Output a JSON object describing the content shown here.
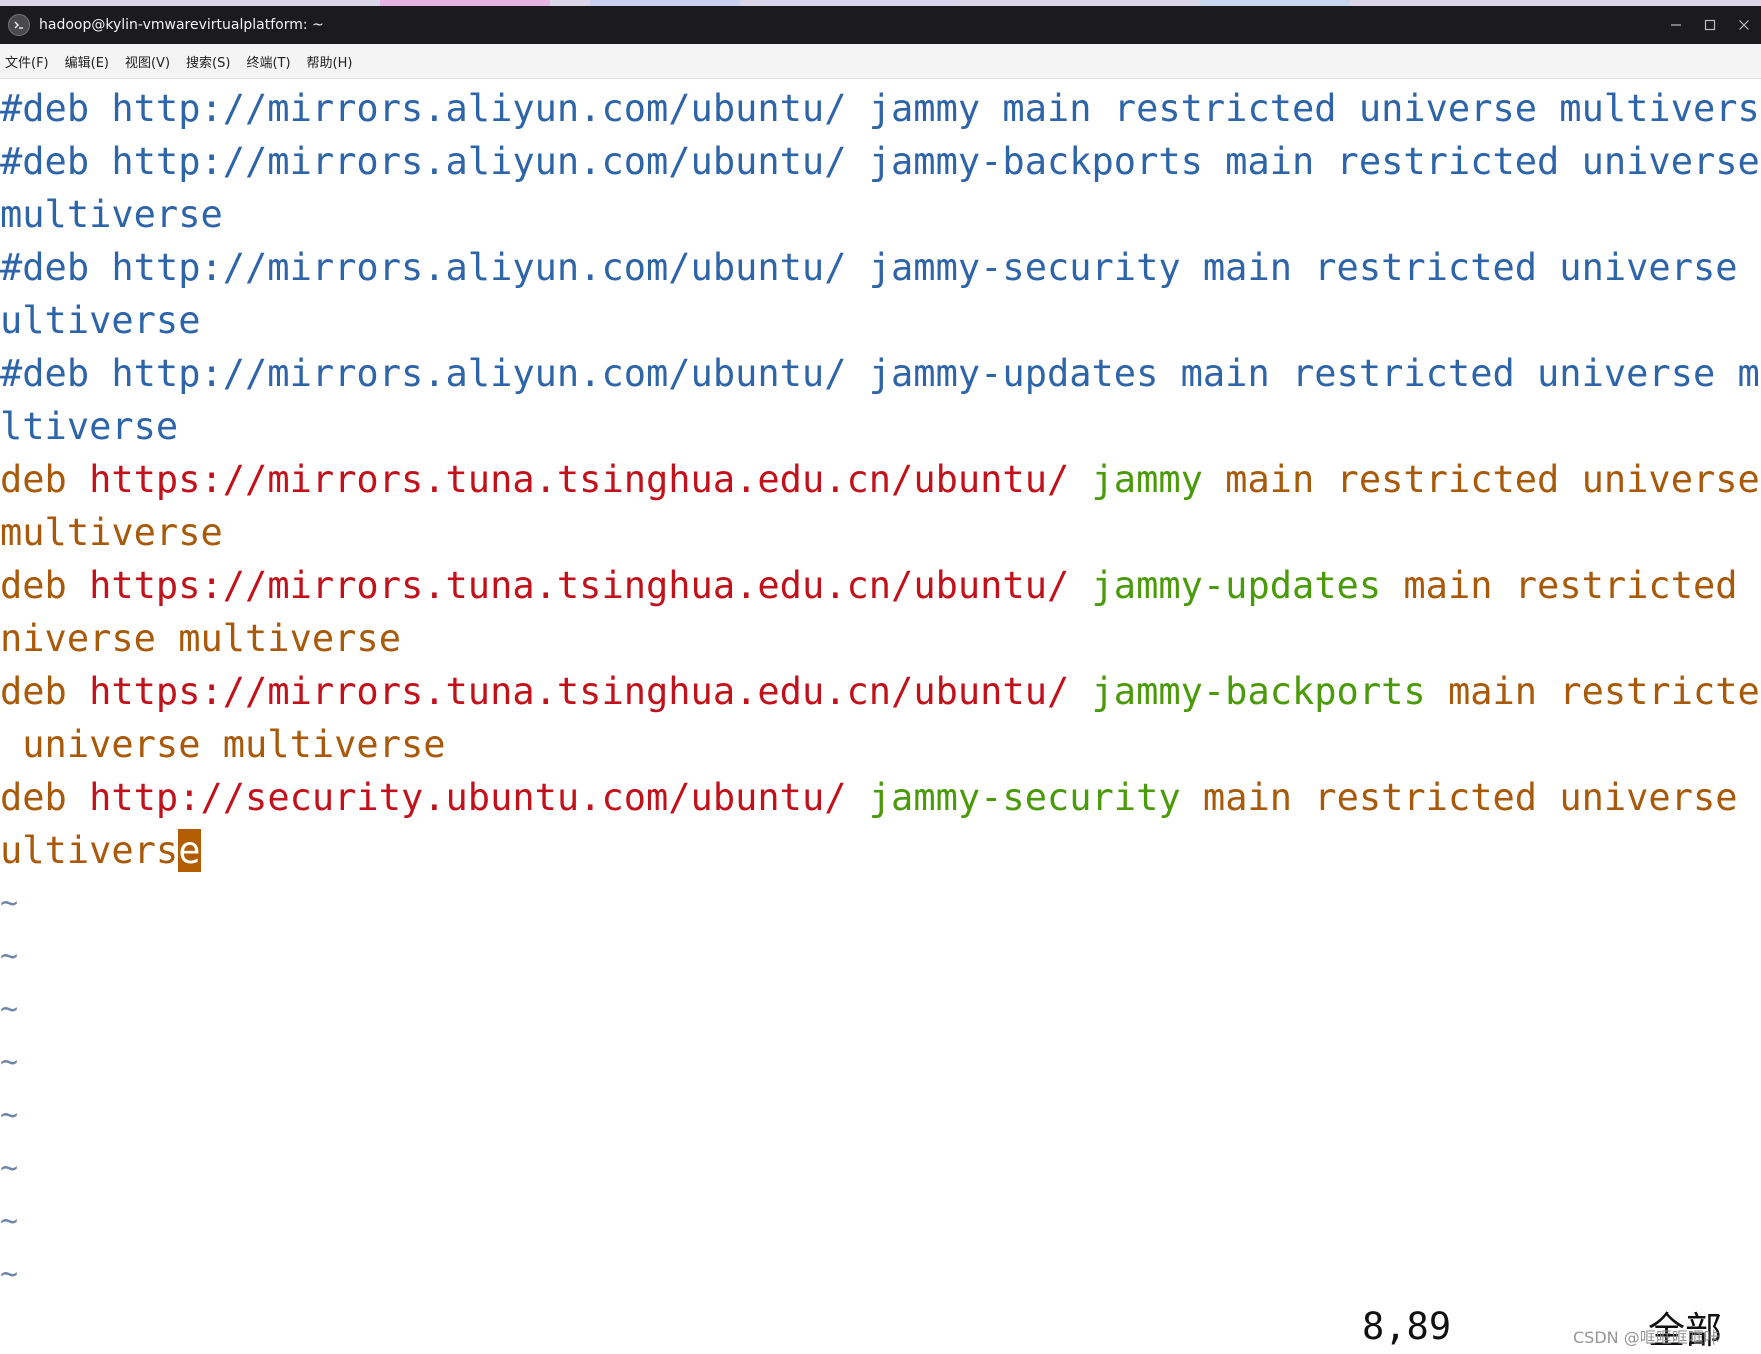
{
  "window": {
    "title": "hadoop@kylin-vmwarevirtualplatform: ~",
    "icon": "terminal-icon",
    "controls": {
      "minimize": "–",
      "maximize": "☐",
      "close": "✕"
    }
  },
  "menubar": {
    "items": [
      {
        "label": "文件(F)"
      },
      {
        "label": "编辑(E)"
      },
      {
        "label": "视图(V)"
      },
      {
        "label": "搜索(S)"
      },
      {
        "label": "终端(T)"
      },
      {
        "label": "帮助(H)"
      }
    ]
  },
  "editor": {
    "lines": [
      {
        "segments": [
          {
            "text": "#deb http://mirrors.aliyun.com/ubuntu/ jammy main restricted universe multiverse",
            "color": "blue"
          }
        ]
      },
      {
        "segments": [
          {
            "text": "#deb http://mirrors.aliyun.com/ubuntu/ jammy-backports main restricted universe ",
            "color": "blue"
          }
        ]
      },
      {
        "segments": [
          {
            "text": "multiverse",
            "color": "blue"
          }
        ]
      },
      {
        "segments": [
          {
            "text": "#deb http://mirrors.aliyun.com/ubuntu/ jammy-security main restricted universe m",
            "color": "blue"
          }
        ]
      },
      {
        "segments": [
          {
            "text": "ultiverse",
            "color": "blue"
          }
        ]
      },
      {
        "segments": [
          {
            "text": "#deb http://mirrors.aliyun.com/ubuntu/ jammy-updates main restricted universe mu",
            "color": "blue"
          }
        ]
      },
      {
        "segments": [
          {
            "text": "ltiverse",
            "color": "blue"
          }
        ]
      },
      {
        "segments": [
          {
            "text": "deb ",
            "color": "orange"
          },
          {
            "text": "https://mirrors.tuna.tsinghua.edu.cn/ubuntu/",
            "color": "red"
          },
          {
            "text": " jammy",
            "color": "green"
          },
          {
            "text": " main restricted universe ",
            "color": "orange"
          }
        ]
      },
      {
        "segments": [
          {
            "text": "multiverse",
            "color": "orange"
          }
        ]
      },
      {
        "segments": [
          {
            "text": "deb ",
            "color": "orange"
          },
          {
            "text": "https://mirrors.tuna.tsinghua.edu.cn/ubuntu/",
            "color": "red"
          },
          {
            "text": " jammy-updates",
            "color": "green"
          },
          {
            "text": " main restricted u",
            "color": "orange"
          }
        ]
      },
      {
        "segments": [
          {
            "text": "niverse multiverse",
            "color": "orange"
          }
        ]
      },
      {
        "segments": [
          {
            "text": "deb ",
            "color": "orange"
          },
          {
            "text": "https://mirrors.tuna.tsinghua.edu.cn/ubuntu/",
            "color": "red"
          },
          {
            "text": " jammy-backports",
            "color": "green"
          },
          {
            "text": " main restricted",
            "color": "orange"
          }
        ]
      },
      {
        "segments": [
          {
            "text": " universe multiverse",
            "color": "orange"
          }
        ]
      },
      {
        "segments": [
          {
            "text": "deb ",
            "color": "orange"
          },
          {
            "text": "http://security.ubuntu.com/ubuntu/",
            "color": "red"
          },
          {
            "text": " jammy-security",
            "color": "green"
          },
          {
            "text": " main restricted universe m",
            "color": "orange"
          }
        ]
      },
      {
        "segments": [
          {
            "text": "ultivers",
            "color": "orange"
          },
          {
            "text": "e",
            "color": "cursor"
          }
        ]
      }
    ],
    "empty_line_marker": "~",
    "empty_line_count": 8
  },
  "statusline": {
    "position": "8,89",
    "percent": "全部"
  },
  "watermark": {
    "text": "CSDN @哐哐哐哐咔"
  },
  "colors": {
    "blue": "#2e64a8",
    "red": "#c1121c",
    "green": "#4a9a0a",
    "orange": "#a8590a",
    "cursor_bg": "#b35d00",
    "tilde": "#6f84a8",
    "titlebar": "#1b1b1d"
  }
}
